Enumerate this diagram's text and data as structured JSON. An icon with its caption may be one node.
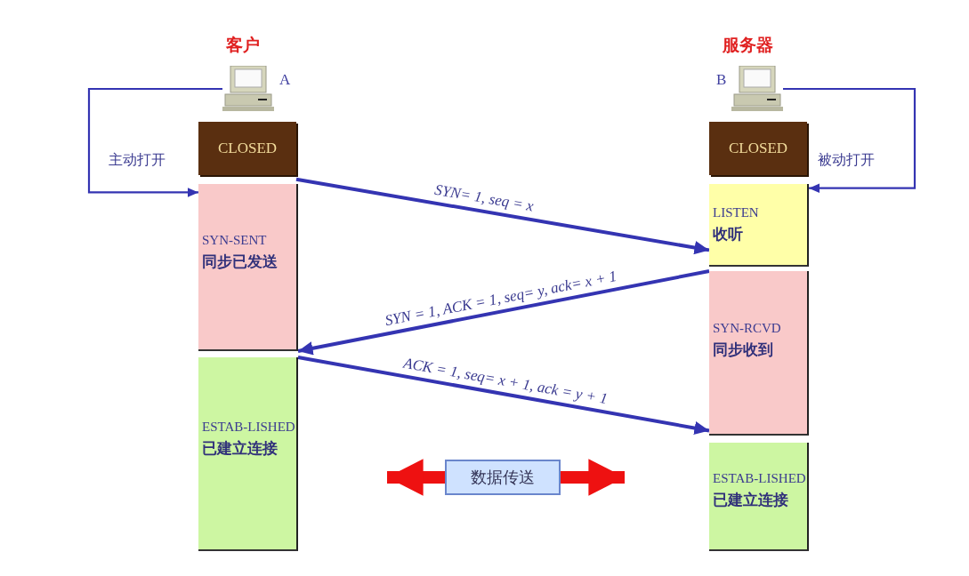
{
  "diagram": {
    "nodes": [
      {
        "text": [],
        "shape": "picture",
        "beside": [
          "客户",
          "A"
        ]
      },
      {
        "text": [
          "CLOSED"
        ]
      },
      {
        "text": [
          "SYN-SENT",
          "同步已发送"
        ]
      },
      {
        "text": [
          "ESTAB-LISHED",
          "已建立连接"
        ]
      },
      {
        "text": [],
        "shape": "picture",
        "beside": [
          "服务器",
          "B"
        ]
      },
      {
        "text": [
          "CLOSED"
        ]
      },
      {
        "text": [
          "LISTEN",
          "收听"
        ]
      },
      {
        "text": [
          "SYN-RCVD",
          "同步收到"
        ]
      },
      {
        "text": [
          "ESTAB-LISHED",
          "已建立连接"
        ]
      },
      {
        "text": [
          "数据传送"
        ]
      }
    ],
    "edges": [
      {
        "from": 0,
        "to": 2,
        "arrow": "to",
        "label": "主动打开"
      },
      {
        "from": 4,
        "to": 6,
        "arrow": "to",
        "label": "被动打开"
      },
      {
        "from": 1,
        "to": 6,
        "arrow": "to",
        "label": "SYN= 1, seq = x"
      },
      {
        "from": 7,
        "to": 2,
        "arrow": "to",
        "label": "SYN = 1, ACK = 1, seq= y, ack= x + 1"
      },
      {
        "from": 3,
        "to": 7,
        "arrow": "to",
        "label": "ACK = 1, seq= x + 1, ack = y + 1"
      },
      {
        "from": 9,
        "to": null,
        "arrow": "to",
        "style": "thick",
        "color": "#ee1111"
      },
      {
        "from": 9,
        "to": null,
        "arrow": "to",
        "style": "thick",
        "color": "#ee1111"
      }
    ]
  }
}
